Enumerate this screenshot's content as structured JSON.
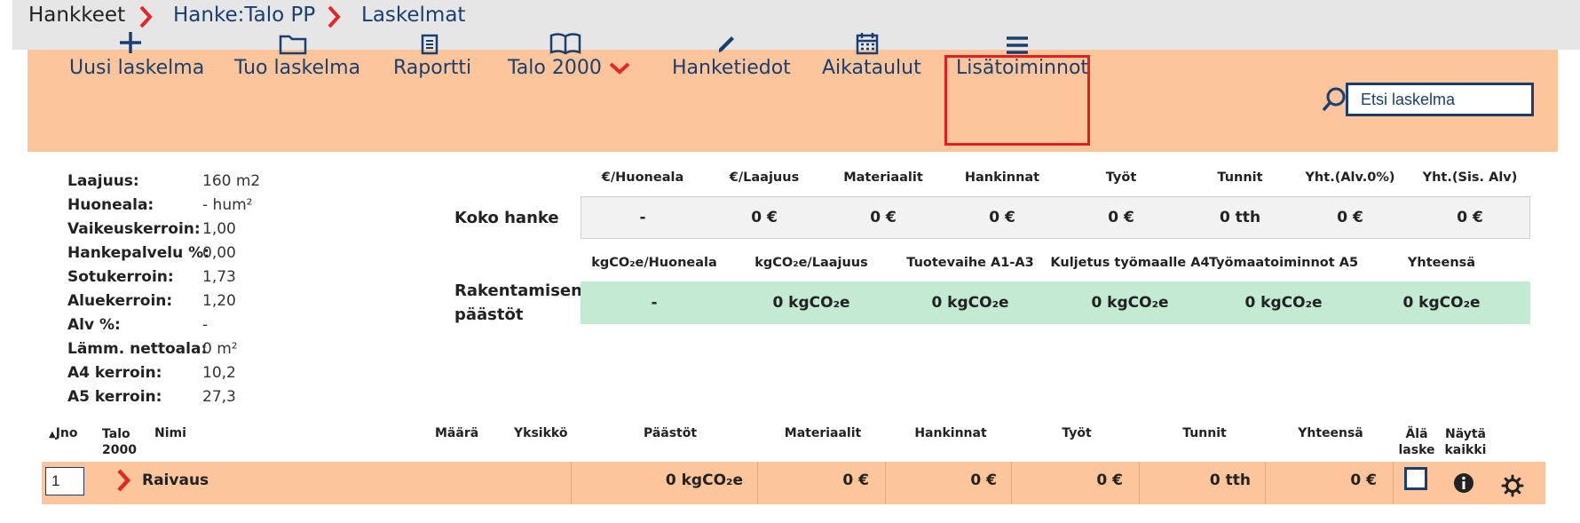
{
  "breadcrumb": {
    "items": [
      "Hankkeet",
      "Hanke:Talo PP",
      "Laskelmat"
    ]
  },
  "toolbar": {
    "new_calc": "Uusi laskelma",
    "import_calc": "Tuo laskelma",
    "report": "Raportti",
    "talo": "Talo 2000",
    "project_info": "Hanketiedot",
    "schedule": "Aikataulut",
    "more": "Lisätoiminnot",
    "search_placeholder": "Etsi laskelma"
  },
  "colors": {
    "accent": "#fdc59b",
    "navy": "#1a3f6e",
    "red": "#e0282a",
    "green": "#c3ead2"
  },
  "info": [
    {
      "label": "Laajuus:",
      "value": "160 m2"
    },
    {
      "label": "Huoneala:",
      "value": "- hum²"
    },
    {
      "label": "Vaikeuskerroin:",
      "value": "1,00"
    },
    {
      "label": "Hankepalvelu %:",
      "value": "0,00"
    },
    {
      "label": "Sotukerroin:",
      "value": "1,73"
    },
    {
      "label": "Aluekerroin:",
      "value": "1,20"
    },
    {
      "label": "Alv %:",
      "value": "-"
    },
    {
      "label": "Lämm. nettoala:",
      "value": "0 m²"
    },
    {
      "label": "A4 kerroin:",
      "value": "10,2"
    },
    {
      "label": "A5 kerroin:",
      "value": "27,3"
    }
  ],
  "koko": {
    "label": "Koko hanke",
    "headers": [
      "€/Huoneala",
      "€/Laajuus",
      "Materiaalit",
      "Hankinnat",
      "Työt",
      "Tunnit",
      "Yht.(Alv.0%)",
      "Yht.(Sis. Alv)"
    ],
    "values": [
      "-",
      "0 €",
      "0 €",
      "0 €",
      "0 €",
      "0 tth",
      "0 €",
      "0 €"
    ]
  },
  "emissions": {
    "label_line1": "Rakentamisen",
    "label_line2": "päästöt",
    "headers": [
      "kgCO₂e/Huoneala",
      "kgCO₂e/Laajuus",
      "Tuotevaihe A1-A3",
      "Kuljetus työmaalle A4",
      "Työmaatoiminnot A5",
      "Yhteensä"
    ],
    "values": [
      "-",
      "0 kgCO₂e",
      "0 kgCO₂e",
      "0 kgCO₂e",
      "0 kgCO₂e",
      "0 kgCO₂e"
    ]
  },
  "table": {
    "headers": {
      "jno": "Jno",
      "talo_line1": "Talo",
      "talo_line2": "2000",
      "nimi": "Nimi",
      "maara": "Määrä",
      "yksikko": "Yksikkö",
      "paastot": "Päästöt",
      "materiaalit": "Materiaalit",
      "hankinnat": "Hankinnat",
      "tyot": "Työt",
      "tunnit": "Tunnit",
      "yhteensa": "Yhteensä",
      "ala_line1": "Älä",
      "ala_line2": "laske",
      "nayta_line1": "Näytä",
      "nayta_line2": "kaikki"
    },
    "rows": [
      {
        "jno": "1",
        "name": "Raivaus",
        "paastot": "0 kgCO₂e",
        "materiaalit": "0 €",
        "hankinnat": "0 €",
        "tyot": "0 €",
        "tunnit": "0 tth",
        "yhteensa": "0 €"
      }
    ]
  }
}
